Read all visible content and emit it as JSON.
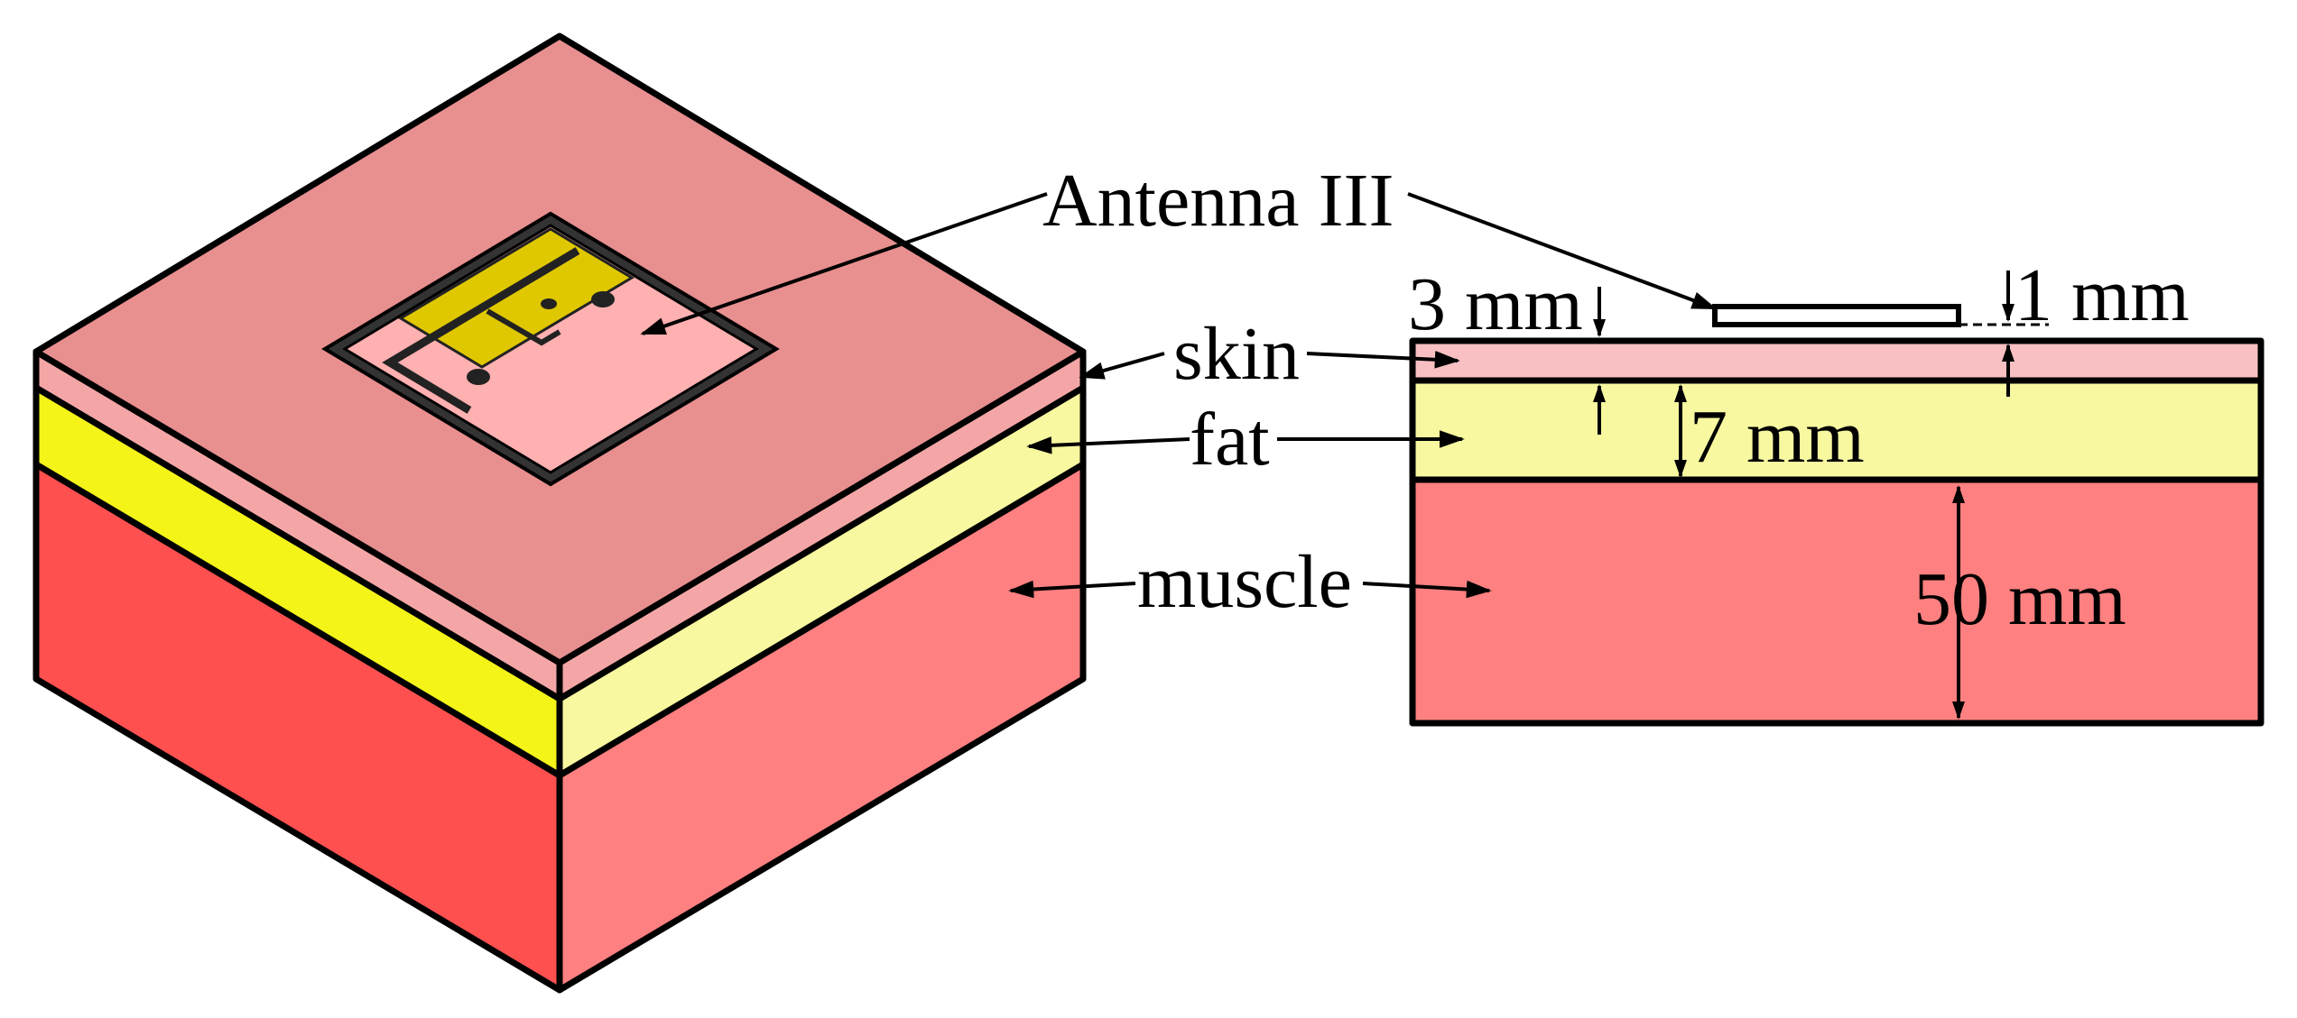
{
  "labels": {
    "antenna": "Antenna III",
    "skin": "skin",
    "fat": "fat",
    "muscle": "muscle"
  },
  "dimensions": {
    "skin_gap": "3 mm",
    "antenna_offset": "1 mm",
    "fat_thickness": "7 mm",
    "muscle_thickness": "50 mm"
  },
  "colors": {
    "skin_top": "#e88f90",
    "skin_side": "#f4a6a6",
    "skin_layer": "#f8c0c2",
    "fat_left": "#f4f418",
    "fat_right": "#f8f8a0",
    "muscle_left": "#ff5050",
    "muscle_right": "#ff8080",
    "antenna_patch": "#e0c800",
    "antenna_substrate": "#ffb0b0",
    "outline": "#000000"
  }
}
